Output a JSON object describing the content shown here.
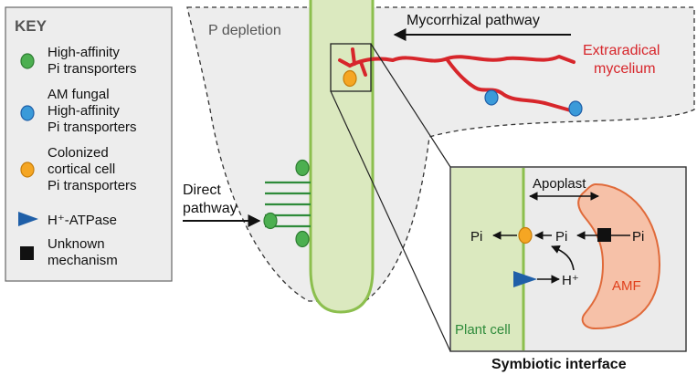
{
  "key": {
    "title": "KEY",
    "items": [
      {
        "lines": [
          "High-affinity",
          "Pi transporters"
        ],
        "symbol": "green-circle"
      },
      {
        "lines": [
          "AM fungal",
          "High-affinity",
          "Pi transporters"
        ],
        "symbol": "blue-circle"
      },
      {
        "lines": [
          "Colonized",
          "cortical cell",
          "Pi transporters"
        ],
        "symbol": "orange-circle"
      },
      {
        "lines": [
          "H⁺-ATPase"
        ],
        "symbol": "blue-triangle"
      },
      {
        "lines": [
          "Unknown",
          "mechanism"
        ],
        "symbol": "black-square"
      }
    ]
  },
  "labels": {
    "p_depletion": "P depletion",
    "mycorrhizal_pathway": "Mycorrhizal pathway",
    "extraradical_mycelium": [
      "Extraradical",
      "mycelium"
    ],
    "direct_pathway": [
      "Direct",
      "pathway"
    ]
  },
  "inset": {
    "apoplast": "Apoplast",
    "pi_left": "Pi",
    "pi_mid": "Pi",
    "pi_right": "Pi",
    "h_plus": "H⁺",
    "amf": "AMF",
    "plant_cell": "Plant cell",
    "caption": "Symbiotic interface"
  },
  "colors": {
    "green_transporter": "#4caf50",
    "blue_transporter": "#3a9ad9",
    "orange_transporter": "#f5a623",
    "atpase": "#1f5fa8",
    "root_fill": "#dbe9bf",
    "root_stroke": "#8cbf4e",
    "mycelium": "#d7262b",
    "amf_fill": "#f6c1a8",
    "gray_zone": "#ebebeb"
  }
}
